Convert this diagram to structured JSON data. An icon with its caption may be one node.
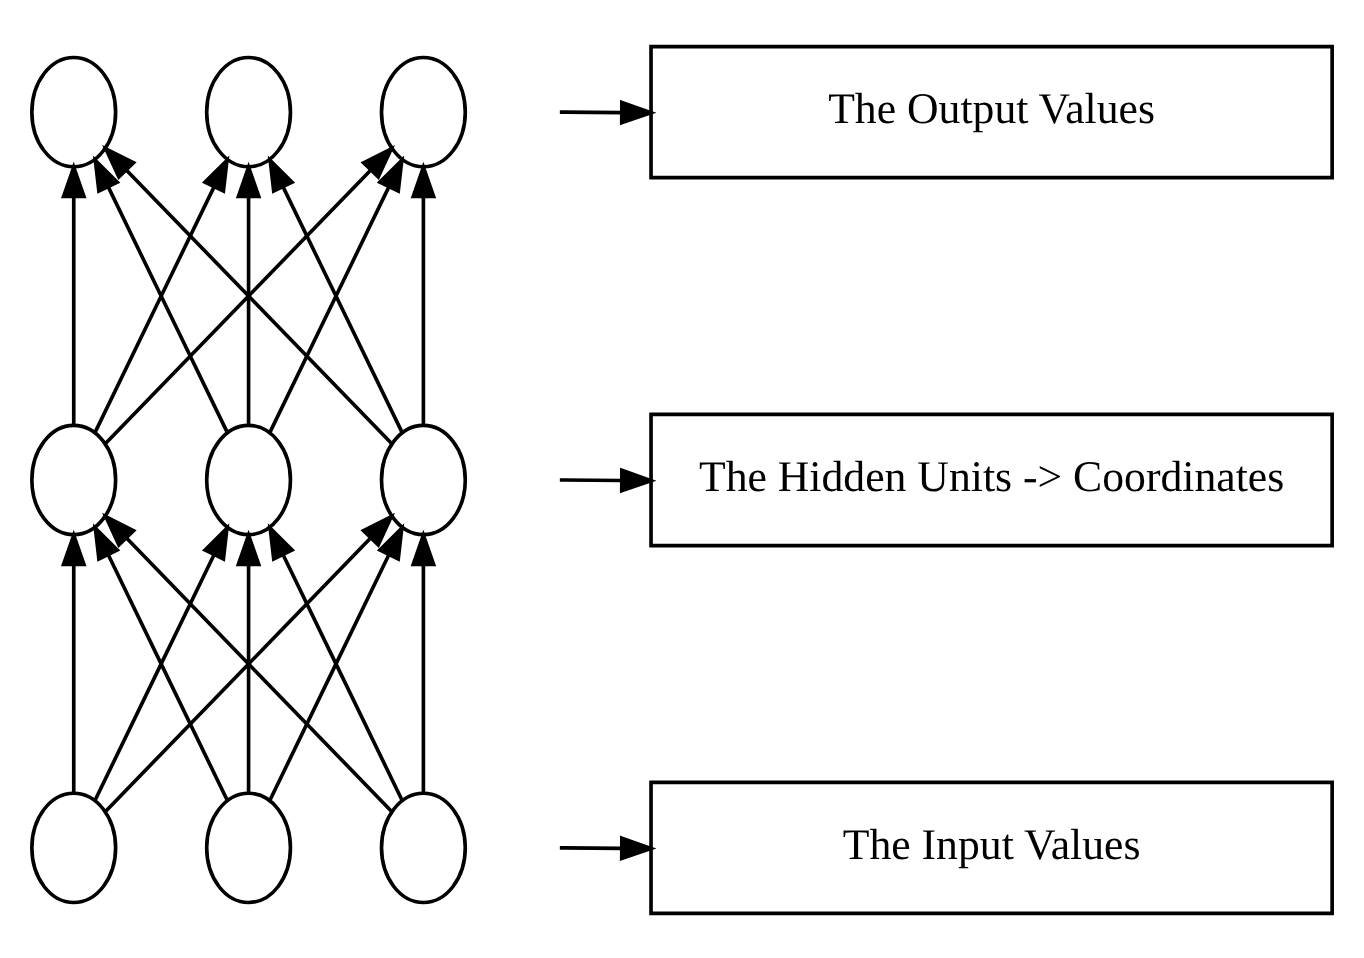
{
  "diagram": {
    "nodes": [
      {
        "text": [],
        "shape": "circle"
      },
      {
        "text": [],
        "shape": "circle"
      },
      {
        "text": [],
        "shape": "circle"
      },
      {
        "text": [
          "The Output Values"
        ]
      },
      {
        "text": [],
        "shape": "circle"
      },
      {
        "text": [],
        "shape": "circle"
      },
      {
        "text": [],
        "shape": "circle"
      },
      {
        "text": [
          "The Hidden Units -> Coordinates"
        ]
      },
      {
        "text": [],
        "shape": "circle"
      },
      {
        "text": [],
        "shape": "circle"
      },
      {
        "text": [],
        "shape": "circle"
      },
      {
        "text": [
          "The Input Values"
        ]
      }
    ],
    "edges": [
      {
        "from": 8,
        "to": 4,
        "arrow": "to"
      },
      {
        "from": 8,
        "to": 5,
        "arrow": "to"
      },
      {
        "from": 8,
        "to": 6,
        "arrow": "to"
      },
      {
        "from": 9,
        "to": 4,
        "arrow": "to"
      },
      {
        "from": 9,
        "to": 5,
        "arrow": "to"
      },
      {
        "from": 9,
        "to": 6,
        "arrow": "to"
      },
      {
        "from": 10,
        "to": 4,
        "arrow": "to"
      },
      {
        "from": 10,
        "to": 5,
        "arrow": "to"
      },
      {
        "from": 10,
        "to": 6,
        "arrow": "to"
      },
      {
        "from": 4,
        "to": 0,
        "arrow": "to"
      },
      {
        "from": 4,
        "to": 1,
        "arrow": "to"
      },
      {
        "from": 4,
        "to": 2,
        "arrow": "to"
      },
      {
        "from": 5,
        "to": 0,
        "arrow": "to"
      },
      {
        "from": 5,
        "to": 1,
        "arrow": "to"
      },
      {
        "from": 5,
        "to": 2,
        "arrow": "to"
      },
      {
        "from": 6,
        "to": 0,
        "arrow": "to"
      },
      {
        "from": 6,
        "to": 1,
        "arrow": "to"
      },
      {
        "from": 6,
        "to": 2,
        "arrow": "to"
      },
      {
        "from": null,
        "to": 3,
        "arrow": "to"
      },
      {
        "from": null,
        "to": 7,
        "arrow": "to"
      },
      {
        "from": null,
        "to": 11,
        "arrow": "to"
      }
    ]
  }
}
